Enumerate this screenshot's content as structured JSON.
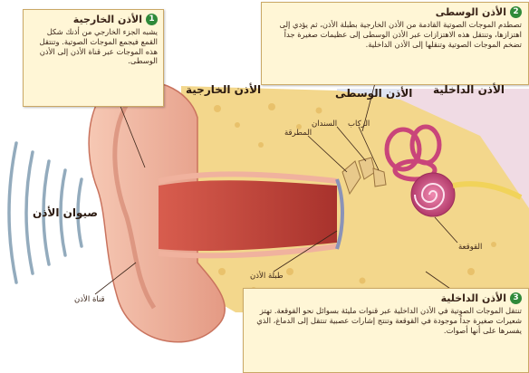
{
  "sections": {
    "outer": {
      "number": "1",
      "title": "الأذن الخارجية",
      "body": "يشبه الجزء الخارجي من أذنك شكل القمع فيجمع الموجات الصوتية. وتنتقل هذه الموجات عبر قناة الأذن إلى الأذن الوسطى."
    },
    "middle": {
      "number": "2",
      "title": "الأذن الوسطى",
      "body": "تصطدم الموجات الصوتية القادمة من الأذن الخارجية بطبلة الأذن، ثم يؤدي إلى اهتزازها، وتنتقل هذه الاهتزازات عبر الأذن الوسطى إلى عظيمات صغيرة جداً تضخم الموجات الصوتية وتنقلها إلى الأذن الداخلية."
    },
    "inner": {
      "number": "3",
      "title": "الأذن الداخلية",
      "body": "تنتقل الموجات الصوتية في الأذن الداخلية عبر قنوات مليئة بسوائل نحو القوقعة. تهتز شعيرات صغيرة جداً موجودة في القوقعة وتنتج إشارات عصبية تنتقل إلى الدماغ، الذي يفسرها على أنها أصوات."
    }
  },
  "labels": {
    "outer_ear": "الأذن الخارجية",
    "middle_ear": "الأذن الوسطى",
    "inner_ear": "الأذن الداخلية",
    "sound_waves": "صيوان الأذن",
    "ear_canal": "قناة الأذن",
    "eardrum": "طبلة الأذن",
    "hammer": "المطرقة",
    "anvil": "السندان",
    "stirrup": "الركاب",
    "cochlea": "القوقعة"
  },
  "colors": {
    "box_fill": "#fff6d6",
    "box_border": "#caa866",
    "badge": "#2f8a3a",
    "skin": "#e9a78f",
    "canal": "#c8463c",
    "bone": "#f3d78c",
    "cochlea": "#d4588a",
    "middle_ear_zone": "#dfe4f1",
    "inner_ear_zone": "#f0dbe4"
  }
}
